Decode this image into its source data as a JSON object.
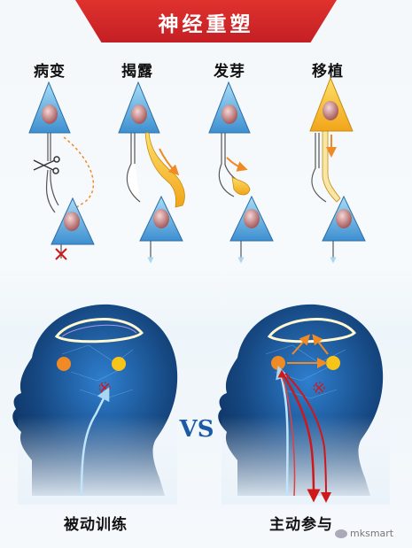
{
  "title": "神经重塑",
  "panels": [
    {
      "label": "病变"
    },
    {
      "label": "揭露"
    },
    {
      "label": "发芽"
    },
    {
      "label": "移植"
    }
  ],
  "comparison": {
    "left_caption": "被动训练",
    "vs": "VS",
    "right_caption": "主动参与"
  },
  "watermark": "mksmart",
  "colors": {
    "neuron": "#4d9fd8",
    "neuron_light": "#8fd0f2",
    "nucleus": "#b77070",
    "accent_orange": "#f08a25",
    "accent_yellow": "#f7c41a",
    "banner_red": "#d42a2a",
    "head_blue": "#1a4f8f",
    "pathway_red": "#d01818"
  }
}
